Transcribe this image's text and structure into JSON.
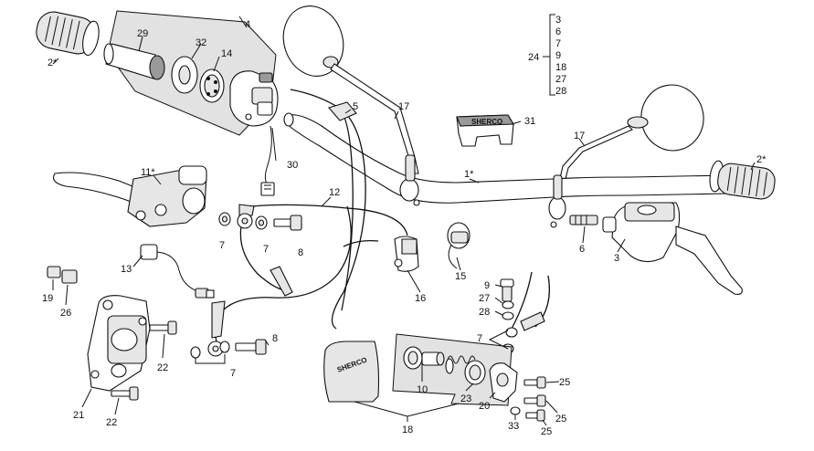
{
  "callouts": {
    "c2a": "2*",
    "c29": "29",
    "c32": "32",
    "c14": "14",
    "c4": "4",
    "c30": "30",
    "c5": "5",
    "c17a": "17",
    "c31": "31",
    "c17b": "17",
    "c2b": "2*",
    "c1": "1*",
    "c11": "11*",
    "c12": "12",
    "c7a": "7",
    "c7b": "7",
    "c8a": "8",
    "c13": "13",
    "c16": "16",
    "c15": "15",
    "c6": "6",
    "c3": "3",
    "c19": "19",
    "c26": "26",
    "c9": "9",
    "c27": "27",
    "c28": "28",
    "c7c": "7",
    "c8b": "8",
    "c7d": "7",
    "c22a": "22",
    "c21": "21",
    "c22b": "22",
    "c10": "10",
    "c23": "23",
    "c20": "20",
    "c25a": "25",
    "c25b": "25",
    "c33": "33",
    "c25c": "25",
    "c18": "18",
    "c24": "24"
  },
  "kit_list": {
    "items": [
      "3",
      "6",
      "7",
      "9",
      "18",
      "27",
      "28"
    ]
  },
  "pouch_brand": "SHERCO",
  "cap_brand": "SHERCO"
}
